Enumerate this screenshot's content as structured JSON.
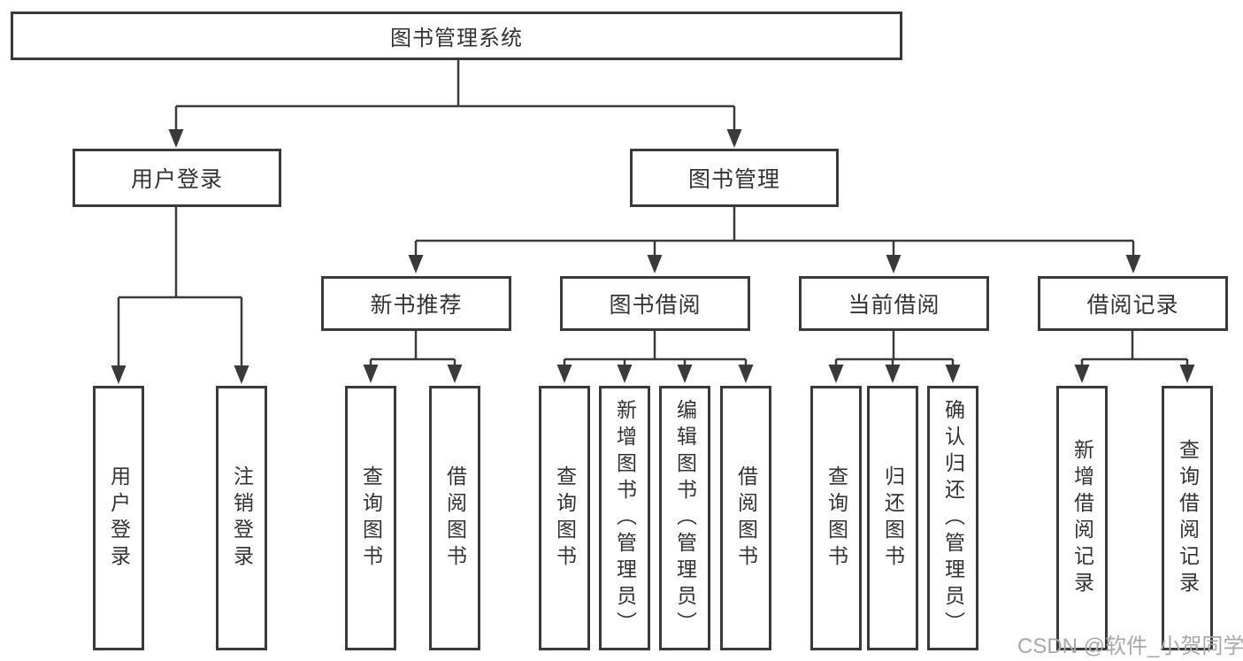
{
  "diagram_type": "hierarchy-tree",
  "colors": {
    "line": "#3a3a3a",
    "box_border": "#3a3a3a",
    "box_fill": "#ffffff",
    "text": "#333333",
    "watermark": "#a8a8a8",
    "background": "#ffffff"
  },
  "root": {
    "label": "图书管理系统"
  },
  "level2": {
    "user": {
      "label": "用户登录"
    },
    "books": {
      "label": "图书管理"
    }
  },
  "userChildren": [
    {
      "label": "用户登录"
    },
    {
      "label": "注销登录"
    }
  ],
  "groups": [
    {
      "label": "新书推荐",
      "children": [
        {
          "label": "查询图书"
        },
        {
          "label": "借阅图书"
        }
      ]
    },
    {
      "label": "图书借阅",
      "children": [
        {
          "label": "查询图书"
        },
        {
          "label": "新增图书（管理员）"
        },
        {
          "label": "编辑图书（管理员）"
        },
        {
          "label": "借阅图书"
        }
      ]
    },
    {
      "label": "当前借阅",
      "children": [
        {
          "label": "查询图书"
        },
        {
          "label": "归还图书"
        },
        {
          "label": "确认归还（管理员）"
        }
      ]
    },
    {
      "label": "借阅记录",
      "children": [
        {
          "label": "新增借阅记录"
        },
        {
          "label": "查询借阅记录"
        }
      ]
    }
  ],
  "watermark": {
    "text": "CSDN @软件_小贺同学"
  }
}
